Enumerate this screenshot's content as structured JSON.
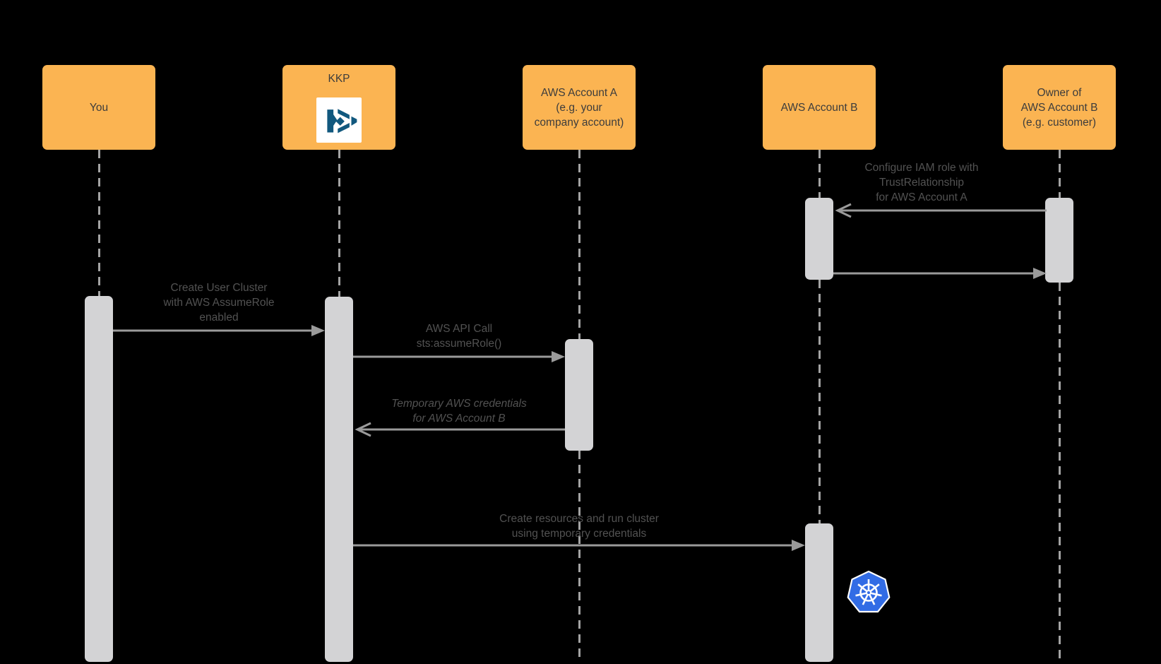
{
  "diagram_type": "sequence-diagram",
  "colors": {
    "background": "#000000",
    "actor_fill": "#FBB452",
    "actor_text": "#3C3C3C",
    "activation_fill": "#D3D3D5",
    "arrow": "#9A9A9A",
    "lifeline": "#A3A3A3",
    "message_text": "#525252",
    "kubermatic_blue": "#11587E",
    "kubernetes_blue": "#326CE5"
  },
  "actors": [
    {
      "id": "you",
      "lines": [
        "You"
      ]
    },
    {
      "id": "kkp",
      "lines": [
        "KKP"
      ],
      "icon": "kubermatic-logo"
    },
    {
      "id": "aws-account-a",
      "lines": [
        "AWS Account A",
        "(e.g. your",
        "company account)"
      ]
    },
    {
      "id": "aws-account-b",
      "lines": [
        "AWS Account B"
      ]
    },
    {
      "id": "owner-aws-account-b",
      "lines": [
        "Owner of",
        "AWS Account B",
        "(e.g. customer)"
      ]
    }
  ],
  "messages": [
    {
      "id": "configure-iam-role",
      "from": "owner-aws-account-b",
      "to": "aws-account-b",
      "arrowhead": "open",
      "lines": [
        "Configure IAM role with",
        "TrustRelationship",
        "for AWS Account A"
      ]
    },
    {
      "id": "trust-setup-reply",
      "from": "aws-account-b",
      "to": "owner-aws-account-b",
      "arrowhead": "filled",
      "lines": []
    },
    {
      "id": "create-user-cluster",
      "from": "you",
      "to": "kkp",
      "arrowhead": "filled",
      "lines": [
        "Create User Cluster",
        "with AWS AssumeRole",
        "enabled"
      ]
    },
    {
      "id": "aws-api-call",
      "from": "kkp",
      "to": "aws-account-a",
      "arrowhead": "filled",
      "lines": [
        "AWS API Call",
        "sts:assumeRole()"
      ]
    },
    {
      "id": "temporary-credentials",
      "from": "aws-account-a",
      "to": "kkp",
      "arrowhead": "open",
      "italic": true,
      "lines": [
        "Temporary AWS credentials",
        "for AWS Account B"
      ]
    },
    {
      "id": "create-resources",
      "from": "kkp",
      "to": "aws-account-b",
      "arrowhead": "filled",
      "lines": [
        "Create resources and run cluster",
        "using temporary credentials"
      ]
    }
  ],
  "icons": [
    {
      "name": "kubermatic-logo",
      "description": "dark blue Kubermatic mark on white tile inside KKP box"
    },
    {
      "name": "kubernetes-logo",
      "description": "blue heptagon with white ship wheel next to AWS Account B activation bar"
    }
  ]
}
